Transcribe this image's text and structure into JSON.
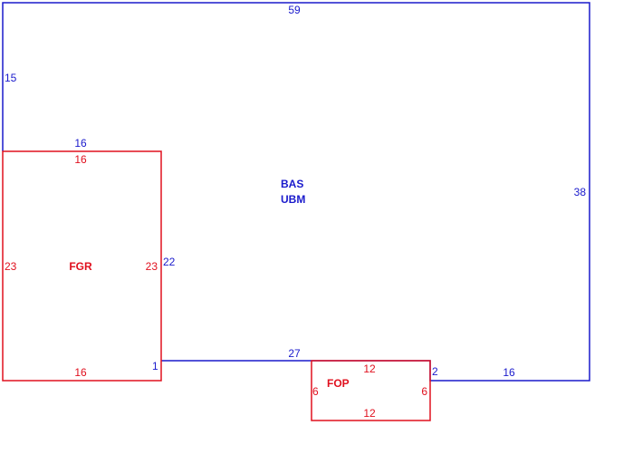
{
  "colors": {
    "main_outline": "#1a1acc",
    "addition_outline": "#e0101e"
  },
  "main_area": {
    "codes": [
      "BAS",
      "UBM"
    ],
    "dimensions": {
      "top": "59",
      "left_upper": "15",
      "step_top": "16",
      "fgr_right": "22",
      "corner_1": "1",
      "bottom_mid": "27",
      "corner_2": "2",
      "bottom_right": "16",
      "right": "38"
    }
  },
  "garage": {
    "code": "FGR",
    "dimensions": {
      "top": "16",
      "bottom": "16",
      "left": "23",
      "right": "23"
    }
  },
  "porch": {
    "code": "FOP",
    "dimensions": {
      "top": "12",
      "bottom": "12",
      "left": "6",
      "right": "6"
    }
  }
}
